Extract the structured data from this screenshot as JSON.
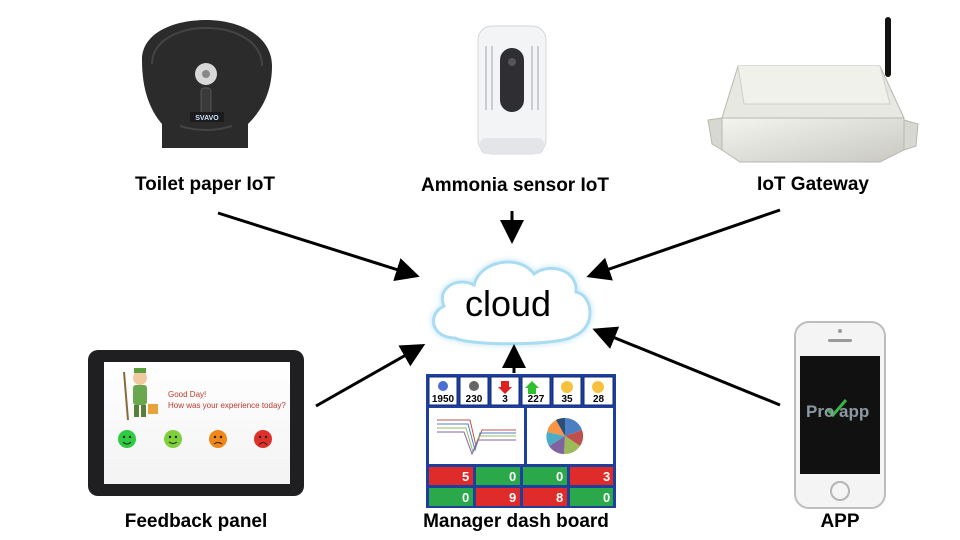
{
  "nodes": {
    "toilet_paper": {
      "label": "Toilet paper IoT",
      "device_brand": "SVAVO"
    },
    "ammonia_sensor": {
      "label": "Ammonia sensor IoT"
    },
    "gateway": {
      "label": "IoT Gateway"
    },
    "feedback_panel": {
      "label": "Feedback panel",
      "greeting": "Good Day!",
      "question": "How was your experience today?",
      "ratings": [
        {
          "face": "very-happy",
          "color": "#2ecc40"
        },
        {
          "face": "happy",
          "color": "#7fd13b"
        },
        {
          "face": "sad",
          "color": "#f0871b"
        },
        {
          "face": "very-sad",
          "color": "#e0302a"
        }
      ]
    },
    "dashboard": {
      "label": "Manager dash board",
      "kpis": [
        "1950",
        "230",
        "3",
        "227",
        "35",
        "28"
      ],
      "tile_values": [
        "5",
        "0",
        "0",
        "3",
        "0",
        "9",
        "8",
        "0"
      ],
      "pie_colors": [
        "#4b7ec4",
        "#c0504d",
        "#9bbb59",
        "#8064a2",
        "#4bacc6",
        "#f79646",
        "#2c4d75"
      ]
    },
    "app": {
      "label": "APP",
      "logo_text": "Pro app"
    },
    "cloud": {
      "label": "cloud"
    }
  }
}
